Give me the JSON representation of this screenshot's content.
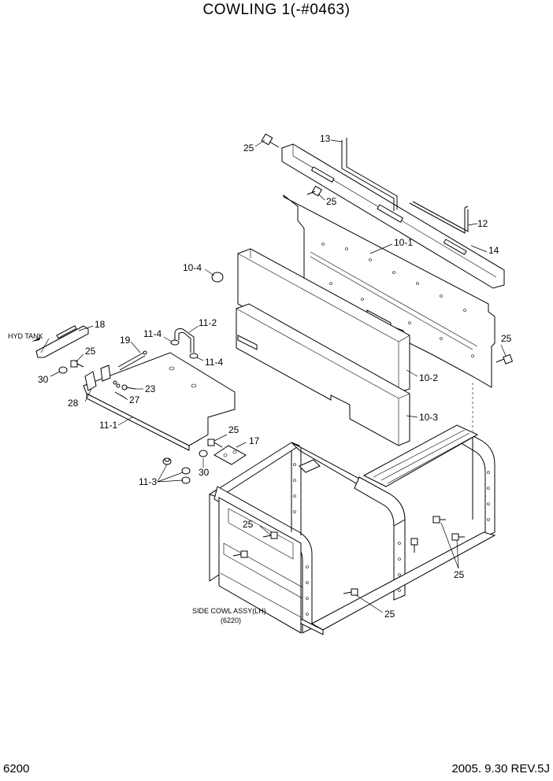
{
  "header": {
    "title": "COWLING 1(-#0463)"
  },
  "footer": {
    "page_number": "6200",
    "revision": "2005. 9.30 REV.5J"
  },
  "callouts": {
    "c25a": "25",
    "c13": "13",
    "c25b": "25",
    "c12": "12",
    "c10_1": "10-1",
    "c14": "14",
    "c10_4": "10-4",
    "c18": "18",
    "hyd_tank": "HYD TANK",
    "c11_2": "11-2",
    "c11_4a": "11-4",
    "c19": "19",
    "c25c": "25",
    "c11_4b": "11-4",
    "c25d": "25",
    "c30a": "30",
    "c23": "23",
    "c28": "28",
    "c27": "27",
    "c10_2": "10-2",
    "c10_3": "10-3",
    "c11_1": "11-1",
    "c25e": "25",
    "c17": "17",
    "c30b": "30",
    "c11_3": "11-3",
    "c25f": "25",
    "c25g": "25",
    "c25h": "25",
    "side_cowl": "SIDE COWL ASSY(LH)",
    "side_cowl_ref": "(6220)"
  }
}
